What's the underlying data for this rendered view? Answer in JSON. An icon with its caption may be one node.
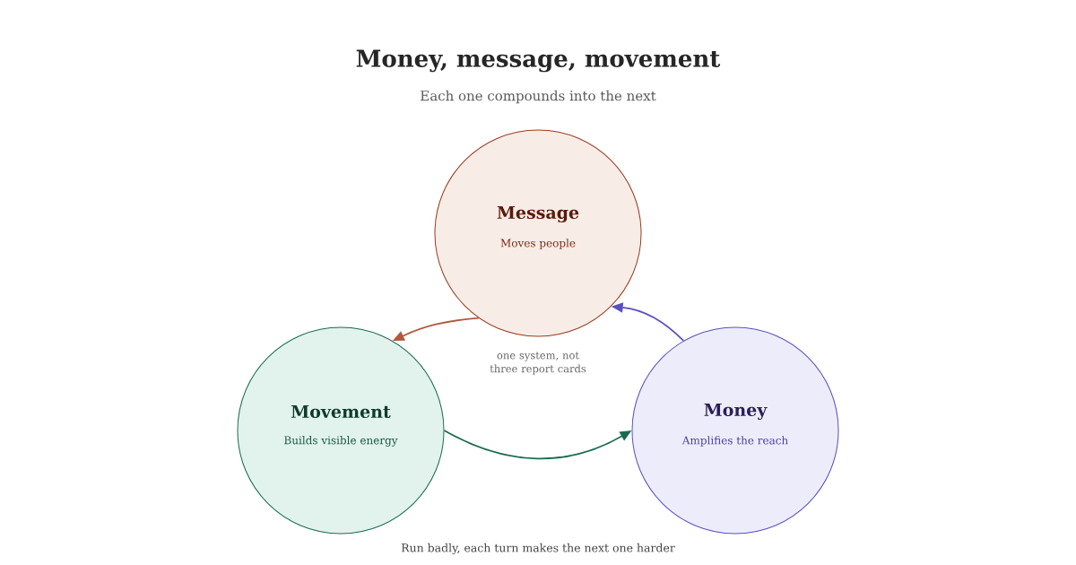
{
  "diagram": {
    "title": "Money, message, movement",
    "nodes": [
      {
        "text": [
          "Message",
          "Moves people"
        ]
      },
      {
        "text": [
          "Movement",
          "Builds visible energy"
        ]
      },
      {
        "text": [
          "Money",
          "Amplifies the reach"
        ]
      }
    ],
    "edges": [
      {
        "from": 0,
        "to": 1,
        "arrow": "to",
        "color": "#b05a3c"
      },
      {
        "from": 1,
        "to": 2,
        "arrow": "to",
        "color": "#1a6b50"
      },
      {
        "from": 2,
        "to": 0,
        "arrow": "to",
        "color": "#5a4fc0"
      }
    ],
    "labels": [
      "Each one compounds into the next",
      "one system, not three report cards",
      "Run badly, each turn makes the next one harder"
    ]
  }
}
